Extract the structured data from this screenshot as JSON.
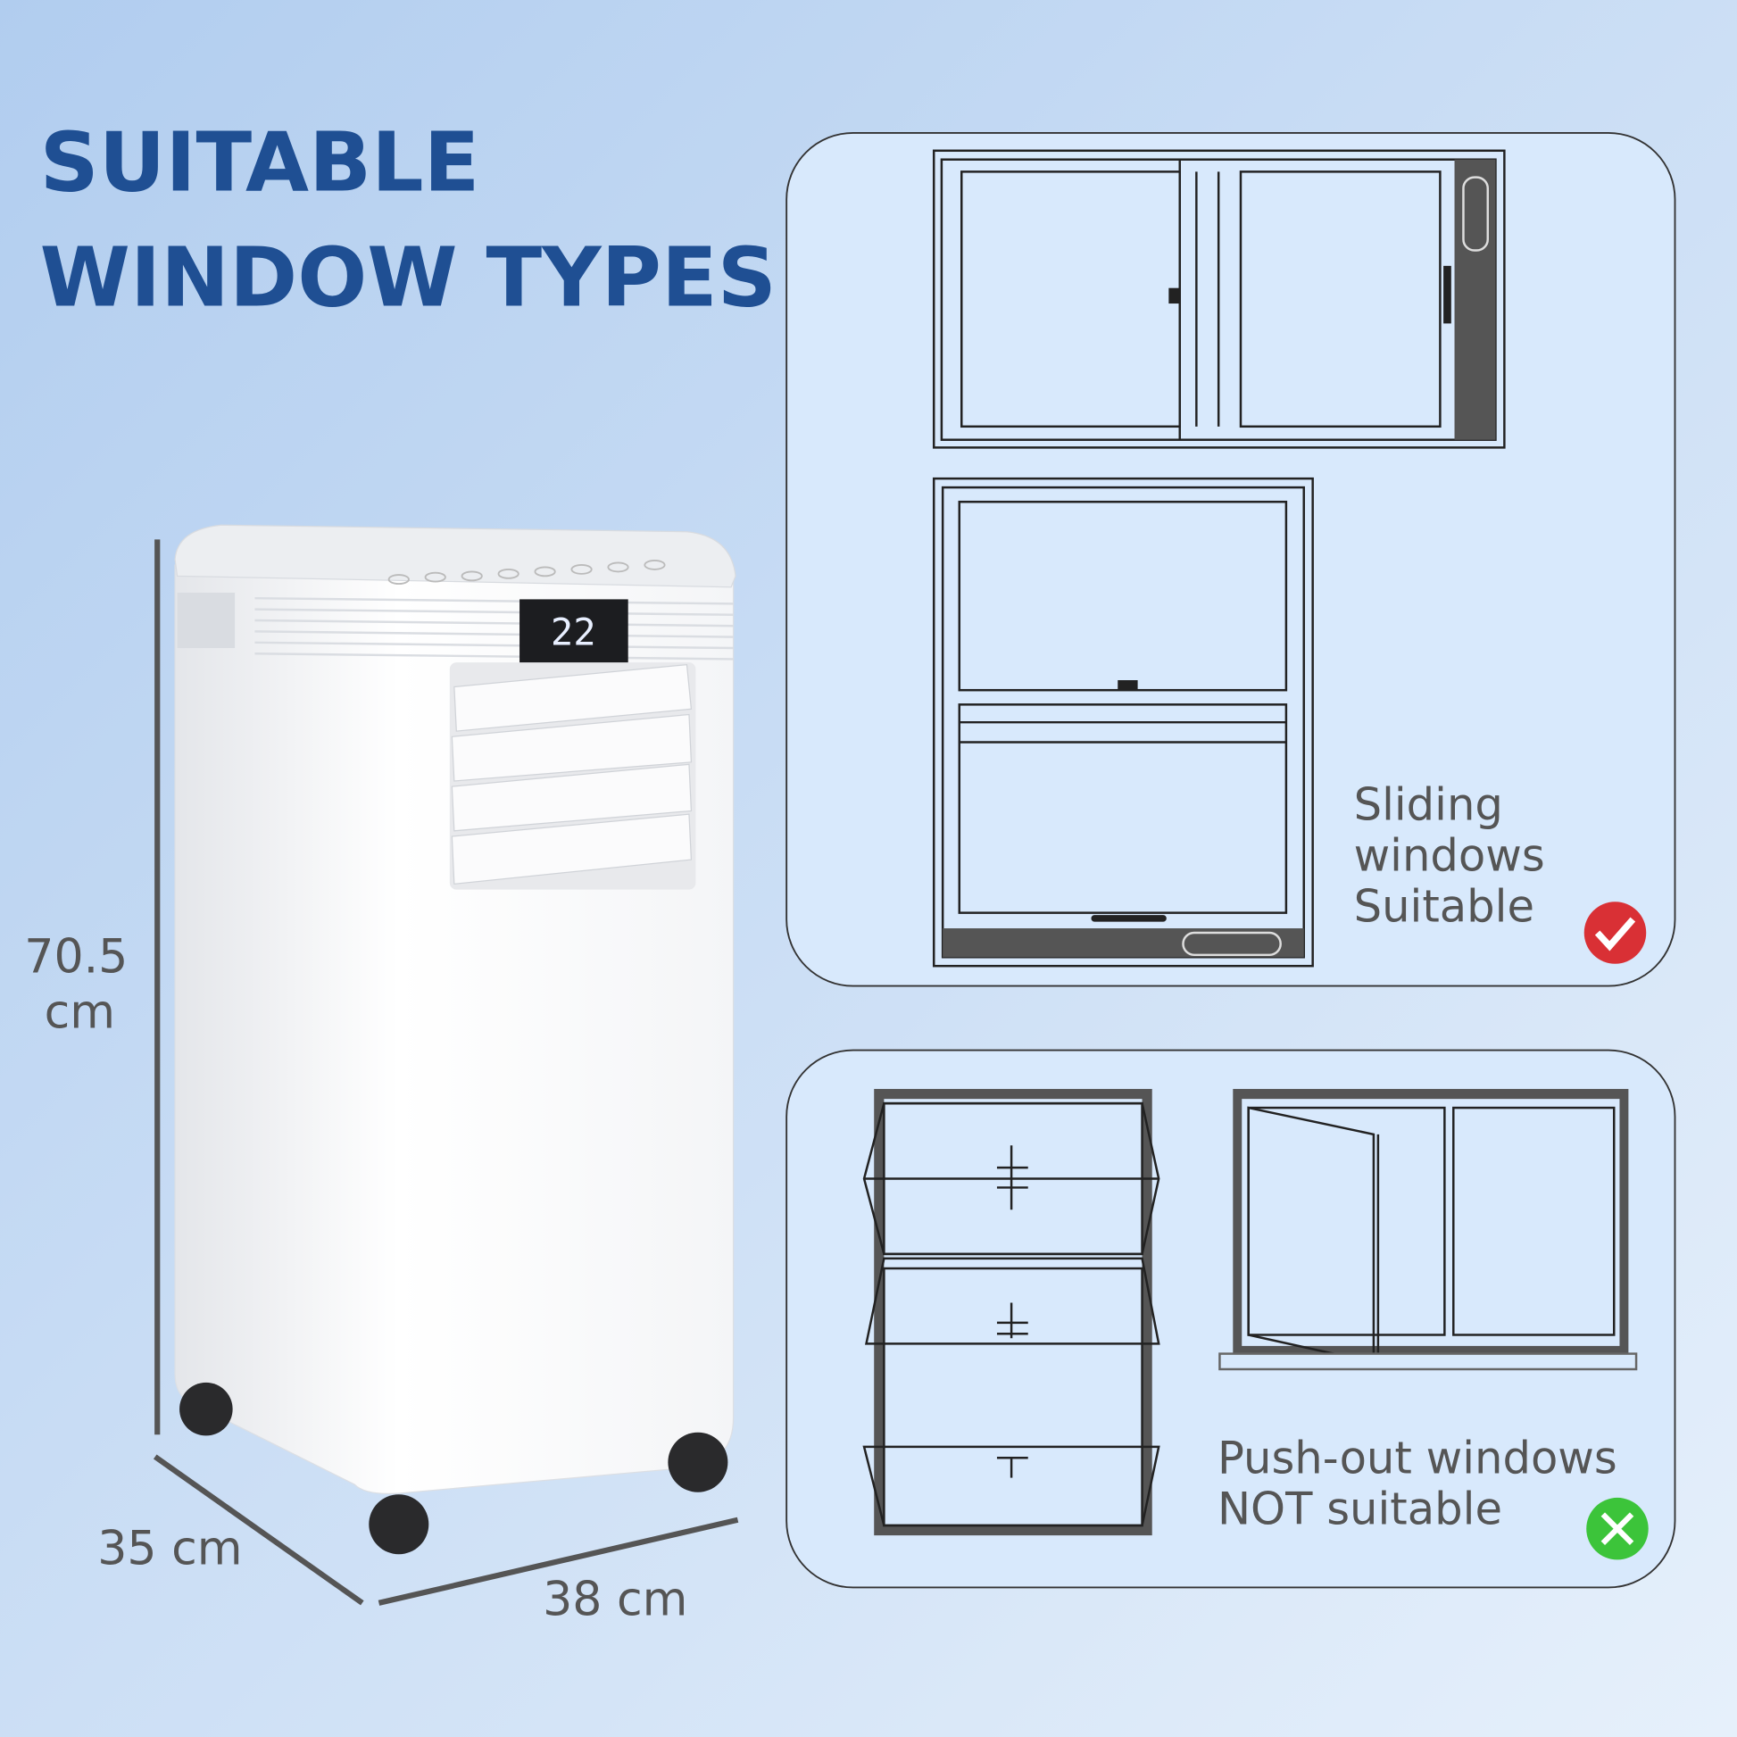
{
  "title": {
    "line1": "SUITABLE",
    "line2": "WINDOW TYPES"
  },
  "dimensions": {
    "height": "70.5",
    "height_unit": "cm",
    "depth": "35 cm",
    "width": "38 cm"
  },
  "product": {
    "display_value": "22"
  },
  "panel_suitable": {
    "caption_line1": "Sliding",
    "caption_line2": "windows",
    "caption_line3": "Suitable",
    "status_icon": "check-icon",
    "status_color": "#d93035"
  },
  "panel_not_suitable": {
    "caption_line1": "Push-out windows",
    "caption_line2": "NOT suitable",
    "status_icon": "x-icon",
    "status_color": "#3cc43a"
  },
  "colors": {
    "title": "#1f4f93",
    "panel_bg": "#d8e9fc",
    "background_top": "#b3d0f0",
    "background_bottom": "#e3eefa"
  }
}
